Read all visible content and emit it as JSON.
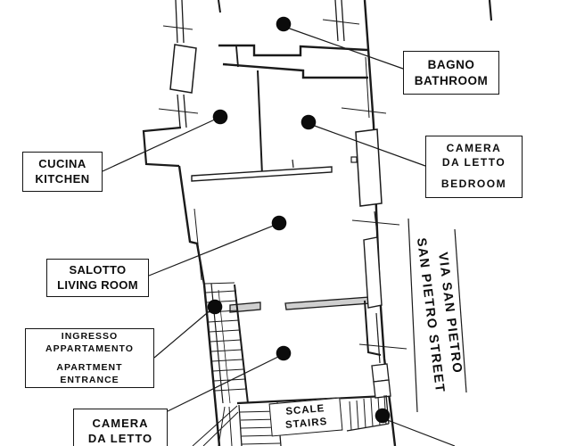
{
  "palette": {
    "ink": "#1a1a1a",
    "paper": "#ffffff",
    "marker": "#0b0b0b"
  },
  "labels": {
    "cucina": {
      "it": "CUCINA",
      "en": "KITCHEN"
    },
    "bagno": {
      "it": "BAGNO",
      "en": "BATHROOM"
    },
    "camera_letto": {
      "it1": "CAMERA",
      "it2": "DA LETTO",
      "en": "BEDROOM"
    },
    "salotto": {
      "it": "SALOTTO",
      "en": "LIVING ROOM"
    },
    "ingresso": {
      "it1": "INGRESSO",
      "it2": "APPARTAMENTO",
      "en1": "APARTMENT",
      "en2": "ENTRANCE"
    },
    "camera_letto_2": {
      "it1": "CAMERA",
      "it2": "DA LETTO"
    },
    "scale": {
      "it": "SCALE",
      "en": "STAIRS"
    }
  },
  "street": {
    "it": "VIA SAN PIETRO",
    "en": "SAN PIETRO STREET"
  },
  "markers": [
    "bathroom",
    "kitchen",
    "bedroom",
    "living-room",
    "apartment-entrance",
    "bedroom-2",
    "street-side"
  ]
}
